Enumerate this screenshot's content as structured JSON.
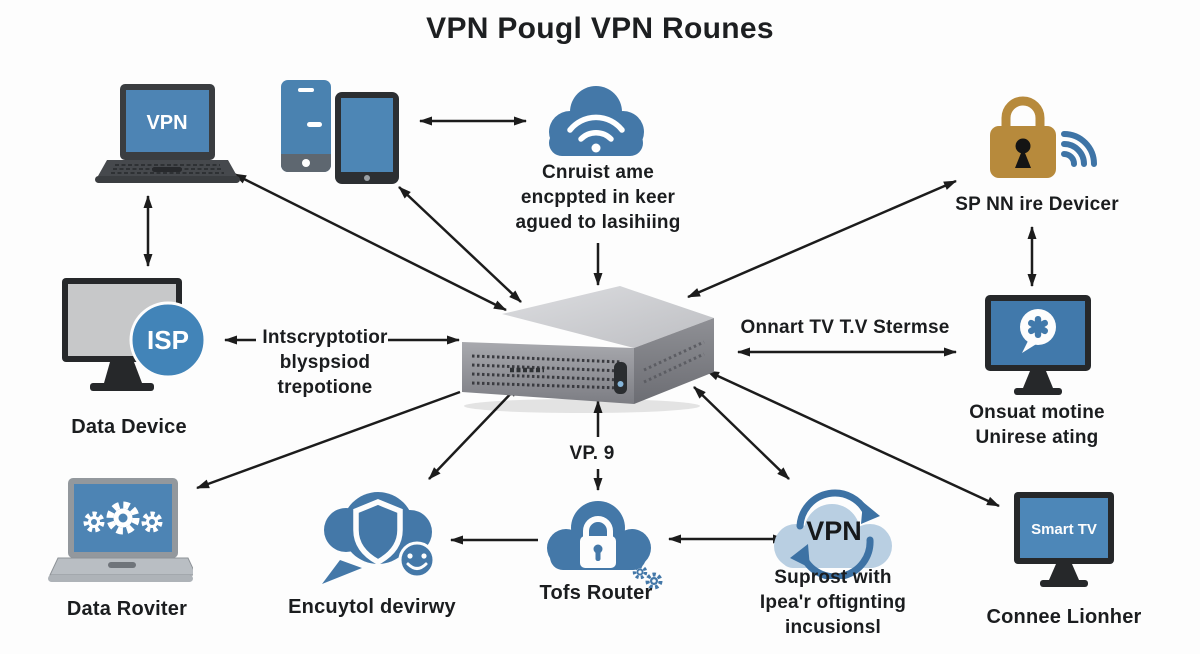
{
  "title": "VPN Pougl VPN Rounes",
  "colors": {
    "accent_blue": "#4478a8",
    "device_blue": "#4d84b4",
    "light_blue": "#b9cfe2",
    "lock_gold": "#b78a3c",
    "arrow_black": "#1c1c1c"
  },
  "nodes": {
    "vpn_laptop": {
      "screen_text": "VPN"
    },
    "wifi_cloud": {
      "caption": "Cnruist ame\nencppted in keer\nagued to lasihiing"
    },
    "lock_wifi": {
      "caption": "SP NN ire Devicer"
    },
    "isp_monitor": {
      "badge": "ISP",
      "caption": "Data Device"
    },
    "encryption_note": {
      "text": "Intscryptotior\nblyspsiod\ntrepotione"
    },
    "streams_link": {
      "text": "Onnart TV T.V Stermse"
    },
    "chat_monitor": {
      "caption": "Onsuat motine\nUnirese ating"
    },
    "vp9_link": {
      "text": "VP. 9"
    },
    "gears_laptop": {
      "caption": "Data Roviter"
    },
    "shield_bubble": {
      "caption": "Encuytol devirwy"
    },
    "lock_cloud": {
      "caption": "Tofs Router"
    },
    "vpn_cloud": {
      "label": "VPN",
      "caption": "Suprost with\nIpea'r oftignting\nincusionsl"
    },
    "smart_tv": {
      "screen_text": "Smart TV",
      "caption": "Connee Lionher"
    }
  }
}
